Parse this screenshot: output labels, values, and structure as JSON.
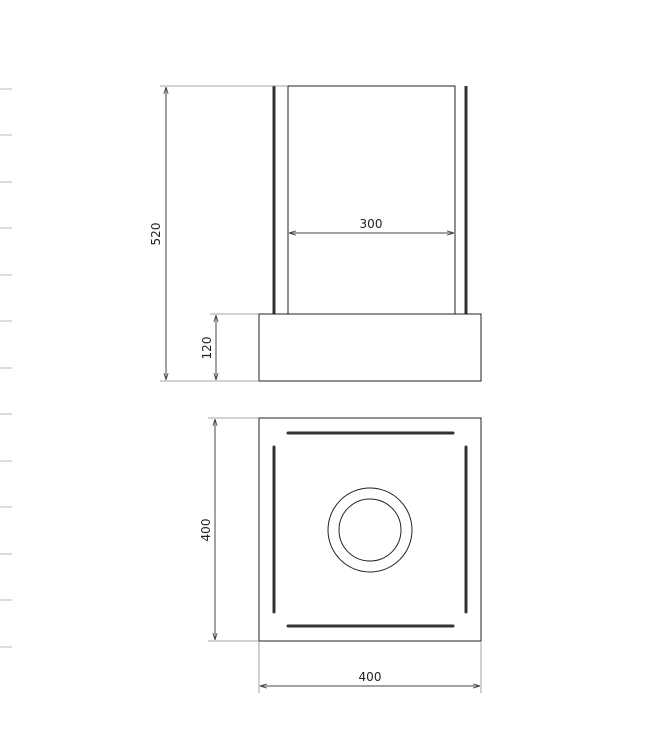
{
  "dimensions": {
    "overall_height": "520",
    "base_height": "120",
    "inner_width": "300",
    "plan_depth": "400",
    "plan_width": "400"
  }
}
